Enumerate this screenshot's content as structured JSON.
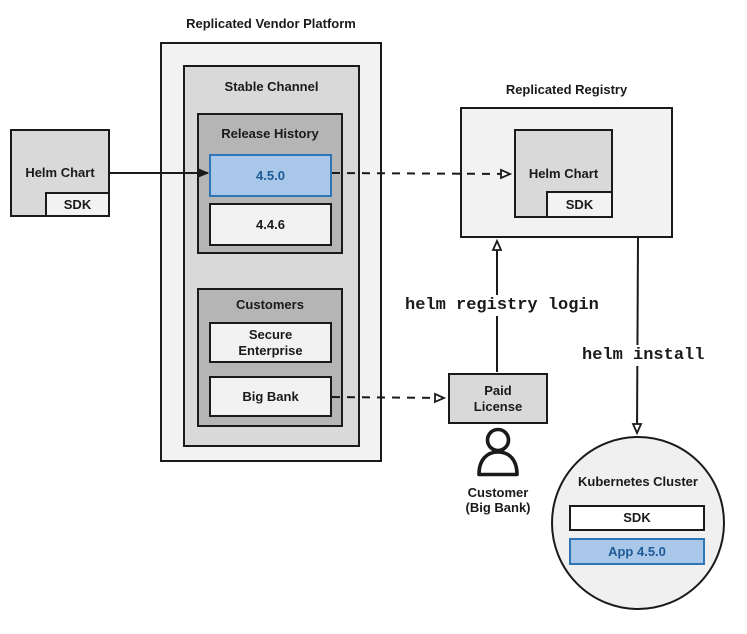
{
  "colors": {
    "highlight_fill": "#a9c7e8",
    "highlight_border": "#2e75b6",
    "highlight_text": "#1e5a96",
    "container_light_fill": "#f2f2f2",
    "box_medium_fill": "#d9d9d9",
    "box_dark_fill": "#b5b5b5",
    "cluster_fill": "#f0f0f0",
    "line_color": "#1a1a1a"
  },
  "vendor_platform": {
    "title": "Replicated Vendor Platform",
    "stable_channel": {
      "label": "Stable Channel",
      "release_history": {
        "label": "Release History",
        "releases": [
          {
            "version": "4.5.0",
            "highlighted": true
          },
          {
            "version": "4.4.6",
            "highlighted": false
          }
        ]
      },
      "customers": {
        "label": "Customers",
        "secure_enterprise": {
          "line1": "Secure",
          "line2": "Enterprise"
        },
        "big_bank": {
          "label": "Big Bank"
        }
      }
    }
  },
  "source_chart": {
    "label": "Helm Chart",
    "sdk": "SDK"
  },
  "registry": {
    "title": "Replicated Registry",
    "helm_chart": {
      "label": "Helm Chart",
      "sdk": "SDK"
    }
  },
  "paid_license": {
    "line1": "Paid",
    "line2": "License"
  },
  "customer": {
    "icon": "person-icon",
    "line1": "Customer",
    "line2": "(Big Bank)"
  },
  "commands": {
    "registry_login": "helm registry login",
    "install": "helm install"
  },
  "cluster": {
    "label": "Kubernetes Cluster",
    "sdk": "SDK",
    "app": "App 4.5.0"
  }
}
